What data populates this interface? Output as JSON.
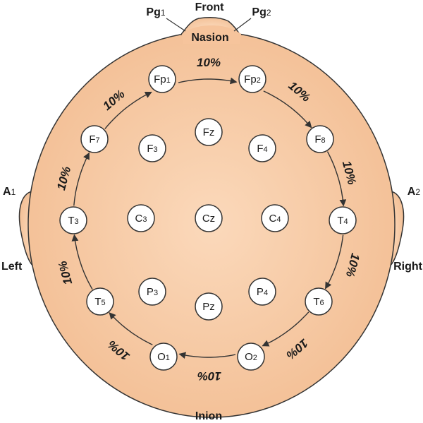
{
  "labels": {
    "front": "Front",
    "nasion": "Nasion",
    "inion": "Inion",
    "left": "Left",
    "right": "Right",
    "pg1": {
      "main": "Pg",
      "sub": "1"
    },
    "pg2": {
      "main": "Pg",
      "sub": "2"
    },
    "a1": {
      "main": "A",
      "sub": "1"
    },
    "a2": {
      "main": "A",
      "sub": "2"
    }
  },
  "colors": {
    "skin_light": "#fbd9bb",
    "skin": "#f6c49c",
    "outline": "#333333",
    "electrode_fill": "#ffffff",
    "arrow": "#333333"
  },
  "electrodes": {
    "fp1": {
      "main": "Fp",
      "sub": "1"
    },
    "fp2": {
      "main": "Fp",
      "sub": "2"
    },
    "f7": {
      "main": "F",
      "sub": "7"
    },
    "f3": {
      "main": "F",
      "sub": "3"
    },
    "fz": {
      "main": "Fz",
      "sub": ""
    },
    "f4": {
      "main": "F",
      "sub": "4"
    },
    "f8": {
      "main": "F",
      "sub": "8"
    },
    "t3": {
      "main": "T",
      "sub": "3"
    },
    "c3": {
      "main": "C",
      "sub": "3"
    },
    "cz": {
      "main": "Cz",
      "sub": ""
    },
    "c4": {
      "main": "C",
      "sub": "4"
    },
    "t4": {
      "main": "T",
      "sub": "4"
    },
    "t5": {
      "main": "T",
      "sub": "5"
    },
    "p3": {
      "main": "P",
      "sub": "3"
    },
    "pz": {
      "main": "Pz",
      "sub": ""
    },
    "p4": {
      "main": "P",
      "sub": "4"
    },
    "t6": {
      "main": "T",
      "sub": "6"
    },
    "o1": {
      "main": "O",
      "sub": "1"
    },
    "o2": {
      "main": "O",
      "sub": "2"
    }
  },
  "spacing": {
    "top": "10%",
    "upper_left": "10%",
    "upper_right": "10%",
    "mid_left_upper": "10%",
    "mid_right_upper": "10%",
    "mid_left_lower": "10%",
    "mid_right_lower": "10%",
    "lower_left": "10%",
    "lower_right": "10%",
    "bottom": "10%"
  }
}
